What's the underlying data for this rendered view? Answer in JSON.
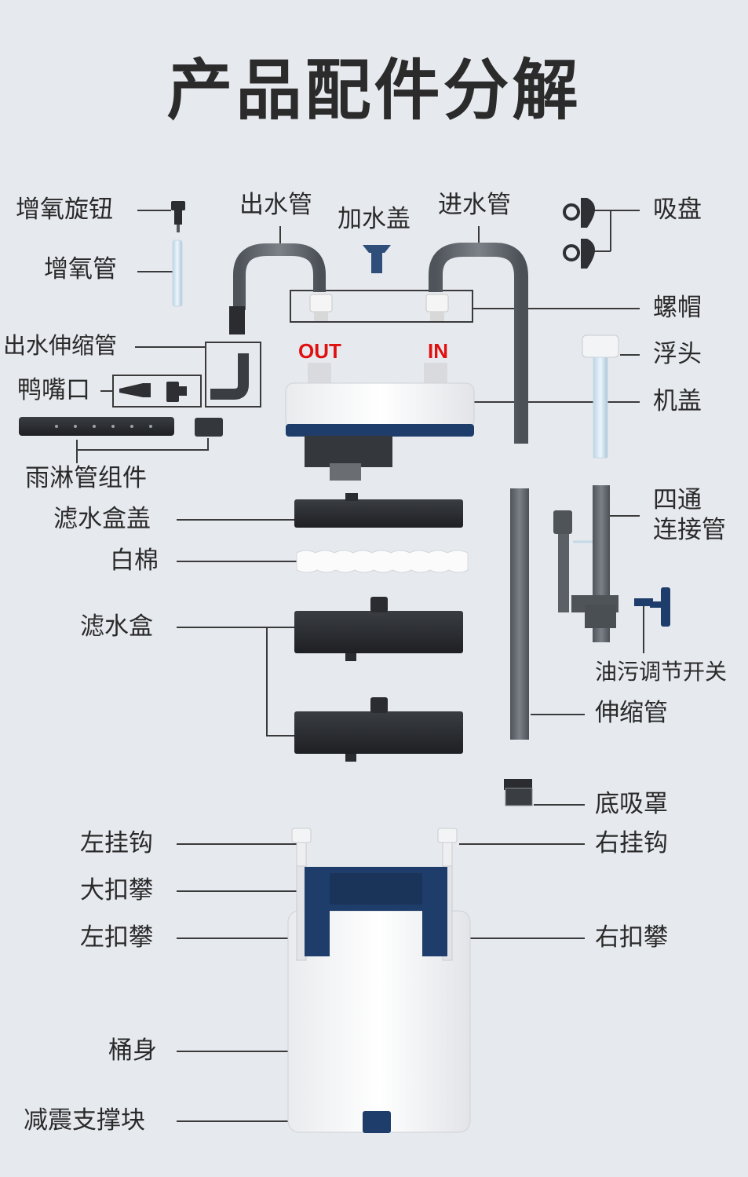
{
  "title": "产品配件分解",
  "port_out": "OUT",
  "port_in": "IN",
  "labels": {
    "aeration_knob": "增氧旋钮",
    "aeration_tube": "增氧管",
    "outlet_pipe": "出水管",
    "water_cap": "加水盖",
    "inlet_pipe": "进水管",
    "suction_cup": "吸盘",
    "nut": "螺帽",
    "outlet_extension": "出水伸缩管",
    "float_head": "浮头",
    "duckbill": "鸭嘴口",
    "motor_cover": "机盖",
    "spray_bar": "雨淋管组件",
    "filter_lid": "滤水盒盖",
    "four_way_line1": "四通",
    "four_way_line2": "连接管",
    "white_cotton": "白棉",
    "filter_box": "滤水盒",
    "oil_switch": "油污调节开关",
    "telescopic_pipe": "伸缩管",
    "bottom_cover": "底吸罩",
    "left_hook": "左挂钩",
    "right_hook": "右挂钩",
    "big_clasp": "大扣攀",
    "left_clasp": "左扣攀",
    "right_clasp": "右扣攀",
    "bucket_body": "桶身",
    "shock_pad": "减震支撑块"
  },
  "colors": {
    "background": "#e6e9ee",
    "navy": "#1f3d6b",
    "dark_part": "#2f3236",
    "pipe_gray": "#5c6268",
    "port_red": "#e01010"
  }
}
